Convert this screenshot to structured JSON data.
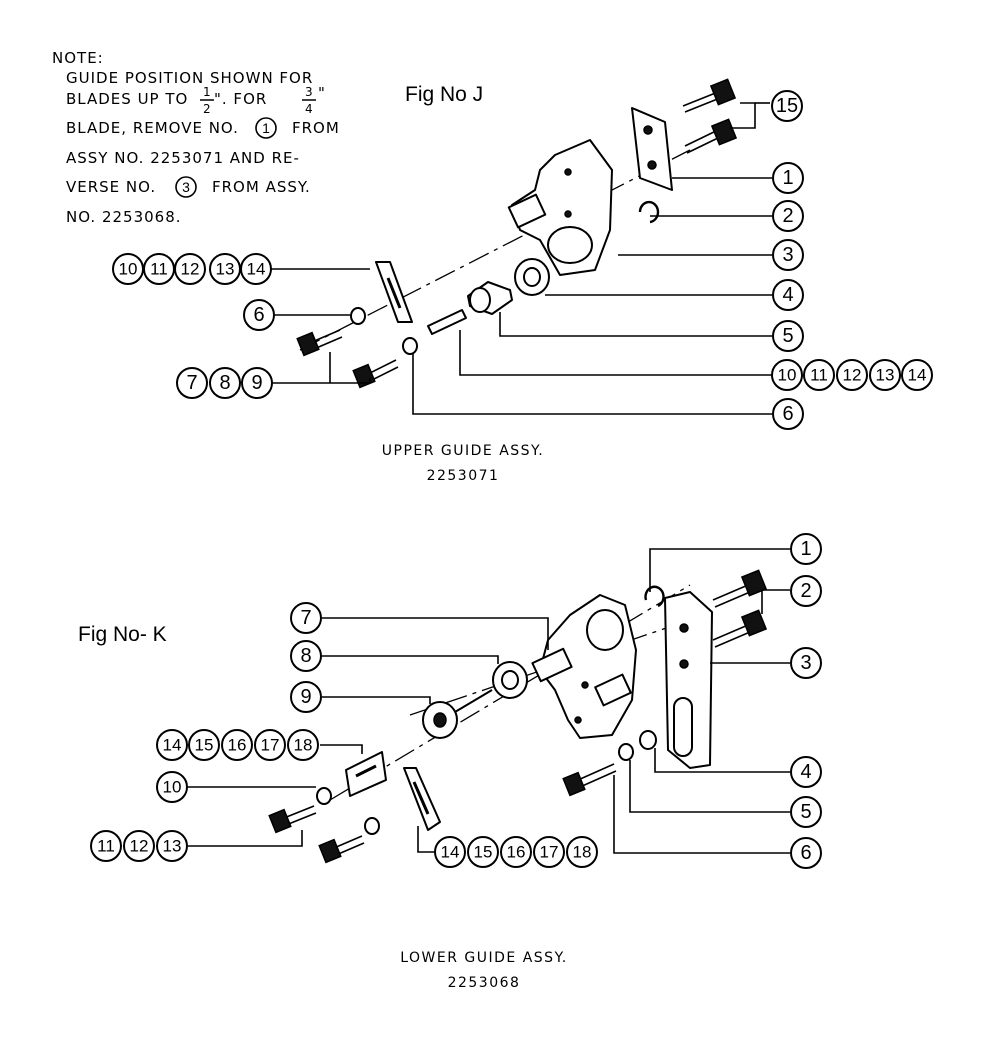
{
  "note": {
    "lines": [
      "NOTE:",
      "GUIDE POSITION SHOWN FOR",
      "BLADES UP TO",
      "\". FOR",
      "\"",
      "BLADE, REMOVE NO.",
      "FROM",
      "ASSY NO. 2253071 AND RE-",
      "VERSE NO.",
      "FROM ASSY.",
      "NO. 2253068."
    ],
    "fraction_half": {
      "num": "1",
      "den": "2"
    },
    "fraction_three_quarter": {
      "num": "3",
      "den": "4"
    },
    "ref_part_1": "1",
    "ref_part_3": "3"
  },
  "upper": {
    "fig_label": "Fig No J",
    "caption_title": "UPPER GUIDE ASSY.",
    "caption_number": "2253071",
    "callouts": {
      "c15": "15",
      "c1": "1",
      "c2": "2",
      "c3": "3",
      "c4": "4",
      "c5": "5",
      "c6a": "6",
      "c6b": "6",
      "group_left": [
        "10",
        "11",
        "12",
        "13",
        "14"
      ],
      "group_right": [
        "10",
        "11",
        "12",
        "13",
        "14"
      ],
      "group_789": [
        "7",
        "8",
        "9"
      ]
    }
  },
  "lower": {
    "fig_label": "Fig No- K",
    "caption_title": "LOWER GUIDE ASSY.",
    "caption_number": "2253068",
    "callouts": {
      "c1": "1",
      "c2": "2",
      "c3": "3",
      "c4": "4",
      "c5": "5",
      "c6": "6",
      "c7": "7",
      "c8": "8",
      "c9": "9",
      "c10": "10",
      "group_left": [
        "14",
        "15",
        "16",
        "17",
        "18"
      ],
      "group_bottom": [
        "14",
        "15",
        "16",
        "17",
        "18"
      ],
      "group_111213": [
        "11",
        "12",
        "13"
      ]
    }
  }
}
